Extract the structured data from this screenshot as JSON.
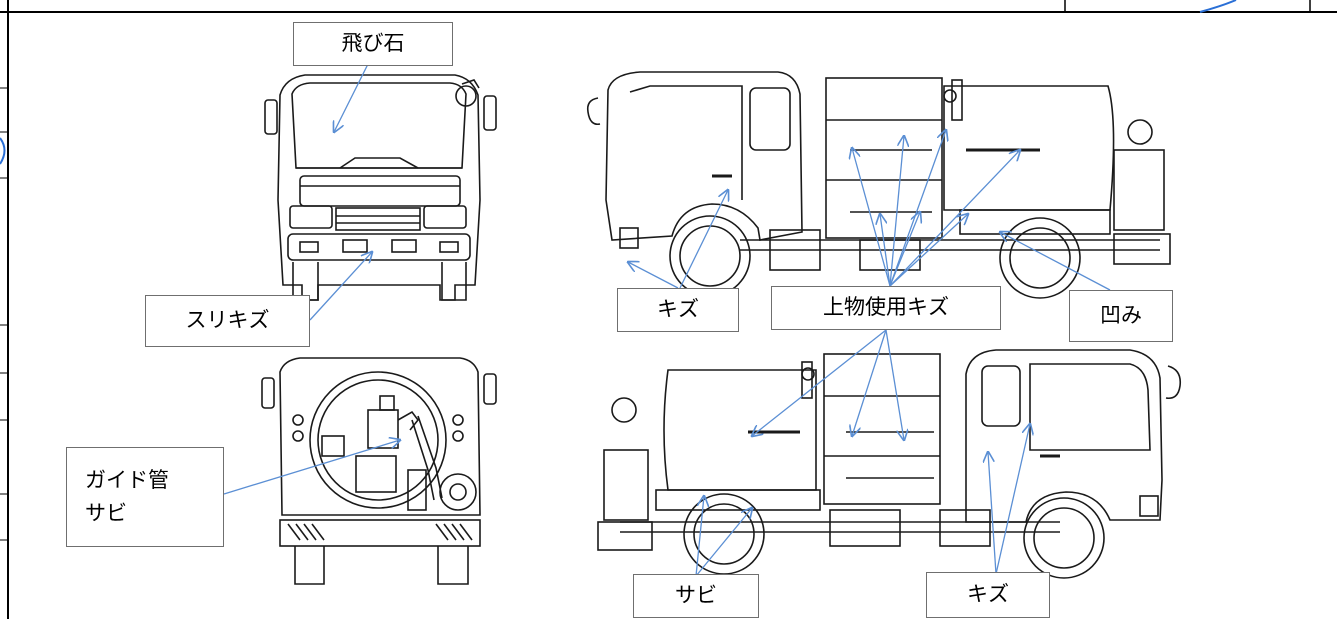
{
  "labels": {
    "tobiishi": "飛び石",
    "surikizu": "スリキズ",
    "guide_line1": "ガイド管",
    "guide_line2": "サビ",
    "kizu_top": "キズ",
    "uwamono": "上物使用キズ",
    "hekomi": "凹み",
    "sabi_bottom": "サビ",
    "kizu_bottom": "キズ"
  },
  "colors": {
    "arrow": "#5b8fd4",
    "drawing": "#1a1a1a",
    "frame": "#000000",
    "label_border": "#6f6f6f",
    "stamp": "#2a6fd6"
  }
}
